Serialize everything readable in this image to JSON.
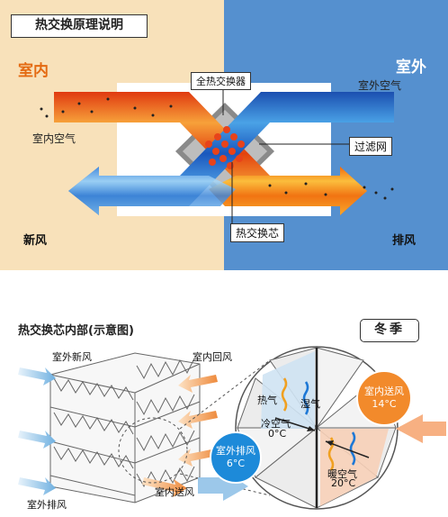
{
  "top": {
    "title": "热交换原理说明",
    "indoor_title": "室内",
    "outdoor_title": "室外",
    "indoor_air": "室内空气",
    "outdoor_air": "室外空气",
    "exchanger": "全热交换器",
    "filter": "过滤网",
    "core": "热交换芯",
    "fresh_air": "新风",
    "exhaust": "排风",
    "colors": {
      "indoor_bg": "#f8e1ba",
      "outdoor_bg": "#5590cf",
      "warm": "#e8541a",
      "cool": "#1d63c4"
    }
  },
  "bottom": {
    "title": "热交换芯内部(示意图)",
    "season": "冬季",
    "outdoor_fresh": "室外新风",
    "indoor_return": "室内回风",
    "outdoor_exhaust": "室外排风",
    "indoor_supply": "室内送风",
    "heat": "热气",
    "humidity": "湿气",
    "cold_air": "冷空气",
    "cold_temp": "0°C",
    "warm_air": "暖空气",
    "warm_temp": "20°C",
    "supply_circle": "室内送风",
    "supply_temp": "14°C",
    "exhaust_circle": "室外排风",
    "exhaust_temp": "6°C"
  }
}
